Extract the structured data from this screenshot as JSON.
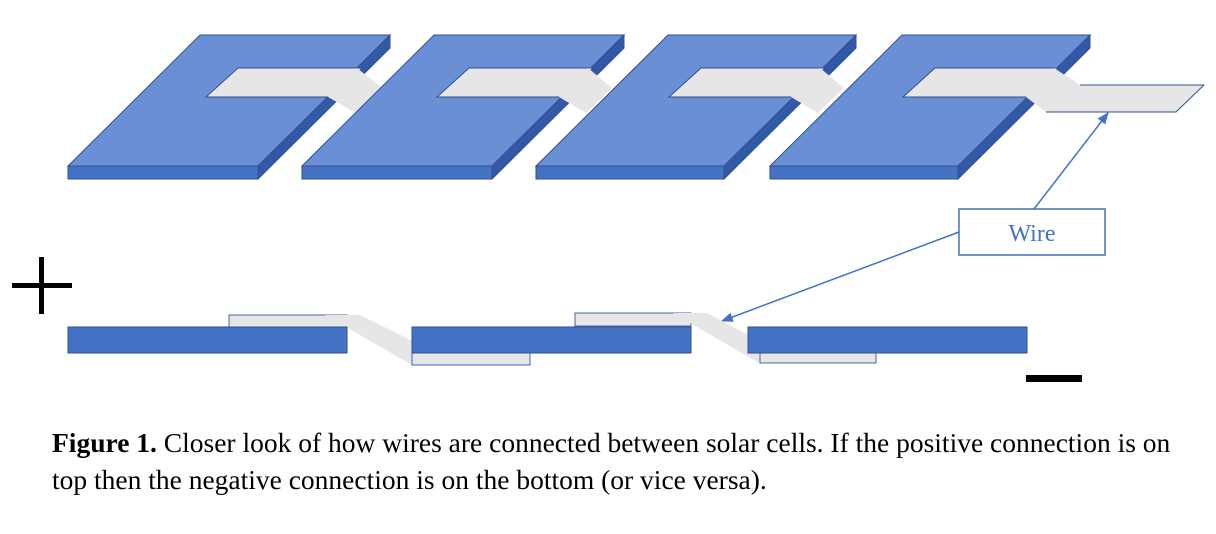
{
  "diagram": {
    "wire_label": "Wire",
    "positive_symbol": "+",
    "negative_symbol": "−",
    "colors": {
      "cell_top": "#6A8FD4",
      "cell_front": "#4472C4",
      "cell_side": "#3358A8",
      "outline": "#2F528F",
      "wire": "#E6E6E6",
      "wire_outline": "#4A66A0",
      "arrow": "#4472C4"
    }
  },
  "caption": {
    "label": "Figure 1.",
    "text": " Closer look of how wires are connected between solar cells. If the positive connection is on top then the negative connection is on the bottom (or vice versa)."
  }
}
